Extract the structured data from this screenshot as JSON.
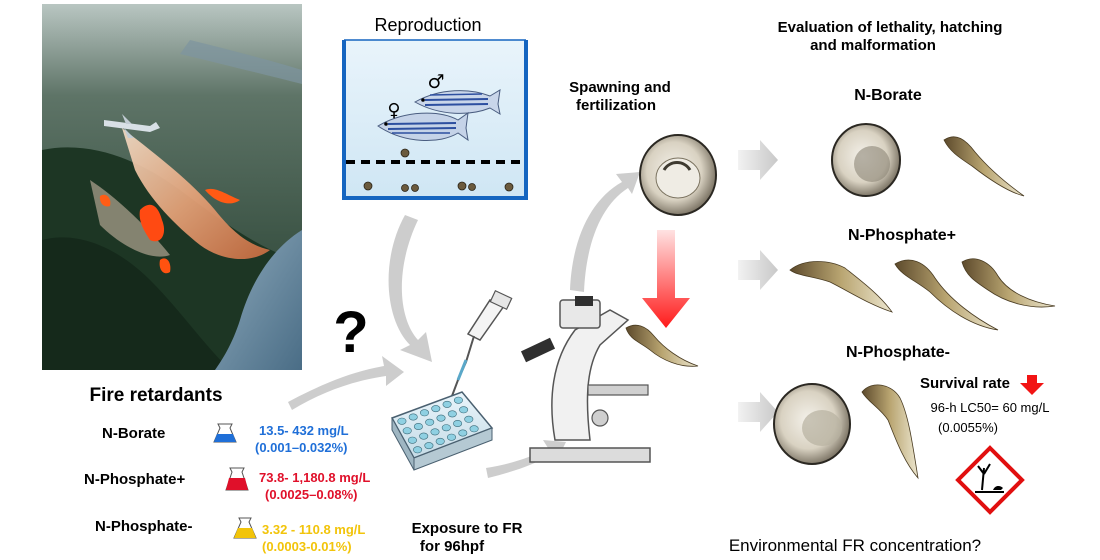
{
  "reproduction": {
    "title": "Reproduction",
    "male_symbol": "♂",
    "female_symbol": "♀"
  },
  "question_mark": "?",
  "spawning": {
    "line1": "Spawning and",
    "line2": "fertilization"
  },
  "evaluation": {
    "line1": "Evaluation of lethality, hatching",
    "line2": "and malformation",
    "groups": [
      {
        "label": "N-Borate"
      },
      {
        "label": "N-Phosphate+"
      },
      {
        "label": "N-Phosphate-"
      }
    ],
    "survival": {
      "label": "Survival rate",
      "lc50": "96-h LC50= 60 mg/L",
      "percent": "(0.0055%)"
    }
  },
  "fire_retardants": {
    "title": "Fire retardants",
    "items": [
      {
        "name": "N-Borate",
        "range": "13.5- 432 mg/L",
        "percent": "(0.001–0.032%)",
        "color": "#1f6fd8"
      },
      {
        "name": "N-Phosphate+",
        "range": "73.8- 1,180.8 mg/L",
        "percent": "(0.0025–0.08%)",
        "color": "#e0102a"
      },
      {
        "name": "N-Phosphate-",
        "range": "3.32 - 110.8 mg/L",
        "percent": "(0.0003-0.01%)",
        "color": "#f2c40a"
      }
    ]
  },
  "exposure": {
    "line1": "Exposure to FR",
    "line2": "for 96hpf"
  },
  "environmental": "Environmental FR concentration?"
}
